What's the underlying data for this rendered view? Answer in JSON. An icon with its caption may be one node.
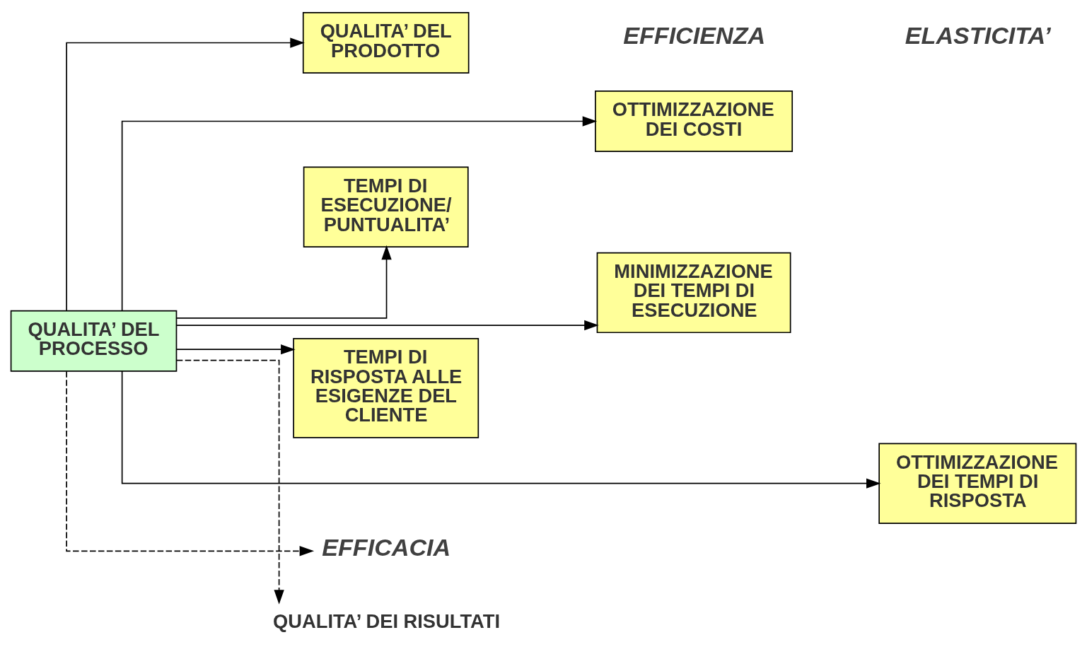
{
  "diagram": {
    "nodes": [
      {
        "text": [
          "QUALITA’ DEL PROCESSO"
        ]
      },
      {
        "text": [
          "QUALITA’ DEL PRODOTTO"
        ]
      },
      {
        "text": [
          "OTTIMIZZAZIONE DEI COSTI"
        ]
      },
      {
        "text": [
          "TEMPI DI ESECUZIONE/ PUNTUALITA’"
        ]
      },
      {
        "text": [
          "MINIMIZZAZIONE DEI TEMPI DI ESECUZIONE"
        ]
      },
      {
        "text": [
          "TEMPI DI RISPOSTA ALLE ESIGENZE DEL CLIENTE"
        ]
      },
      {
        "text": [
          "OTTIMIZZAZIONE DEI TEMPI DI RISPOSTA"
        ]
      },
      {
        "text": [
          "EFFICACIA"
        ]
      },
      {
        "text": [
          "QUALITA’ DEI RISULTATI"
        ]
      }
    ],
    "edges": [
      {
        "from": 0,
        "to": 7,
        "arrow": "to",
        "style": "dashed"
      },
      {
        "from": 0,
        "to": 1,
        "arrow": "to"
      },
      {
        "from": 0,
        "to": 2,
        "arrow": "to"
      },
      {
        "from": 0,
        "to": 3,
        "arrow": "to"
      },
      {
        "from": 0,
        "to": 4,
        "arrow": "to"
      },
      {
        "from": 0,
        "to": 5,
        "arrow": "to"
      },
      {
        "from": 0,
        "to": 6,
        "arrow": "to"
      },
      {
        "from": 0,
        "to": 8,
        "arrow": "to",
        "style": "dashed"
      }
    ],
    "labels": [
      "EFFICIENZA",
      "ELASTICITA’"
    ]
  }
}
